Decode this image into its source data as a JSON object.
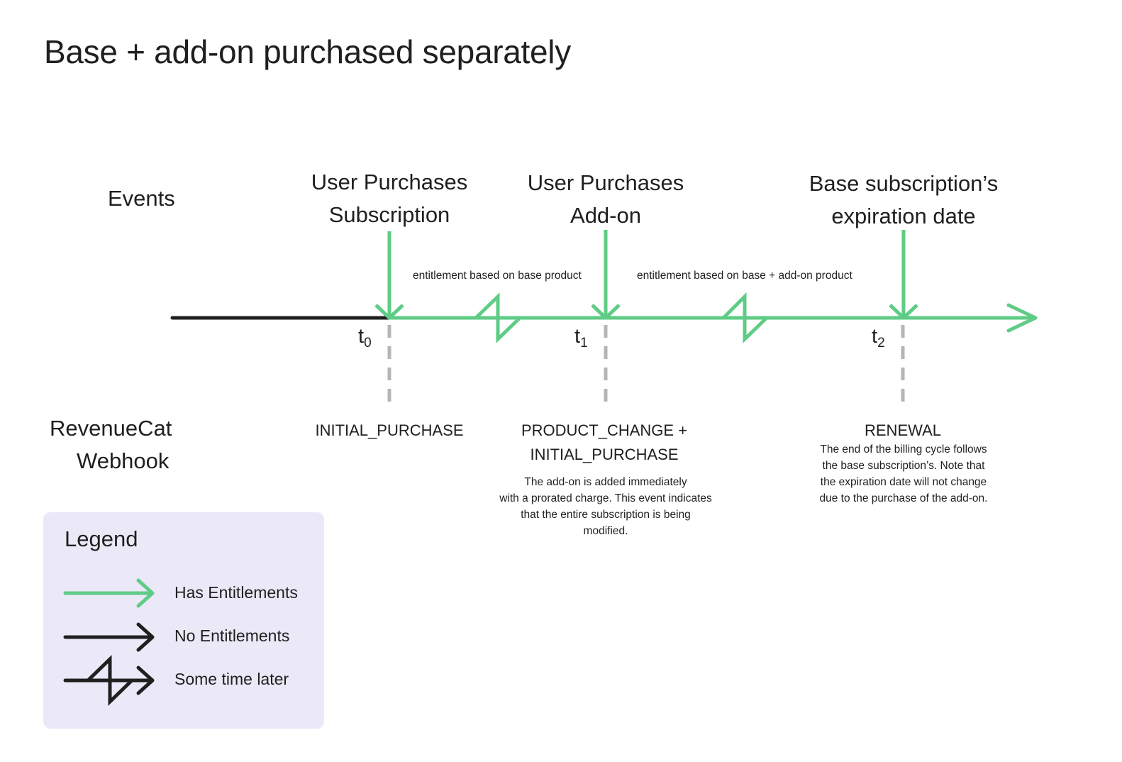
{
  "title": "Base + add-on purchased separately",
  "rows": {
    "events_label": "Events",
    "webhook_label_line1": "RevenueCat",
    "webhook_label_line2": "Webhook"
  },
  "events": [
    {
      "line1": "User Purchases",
      "line2": "Subscription",
      "time_base": "t",
      "time_sub": "0"
    },
    {
      "line1": "User Purchases",
      "line2": "Add-on",
      "time_base": "t",
      "time_sub": "1"
    },
    {
      "line1": "Base subscription’s",
      "line2": "expiration date",
      "time_base": "t",
      "time_sub": "2"
    }
  ],
  "notes": {
    "segment1": "entitlement based on base product",
    "segment2": "entitlement based on base + add-on product"
  },
  "webhooks": [
    {
      "line1": "INITIAL_PURCHASE",
      "line2": ""
    },
    {
      "line1": "PRODUCT_CHANGE +",
      "line2": "INITIAL_PURCHASE",
      "desc": [
        "The add-on is added immediately",
        "with a prorated charge. This event indicates",
        "that the entire subscription is being",
        "modified."
      ]
    },
    {
      "line1": "RENEWAL",
      "line2": "",
      "desc": [
        "The end of the billing cycle follows",
        "the base subscription’s. Note that",
        "the expiration date will not change",
        "due to the purchase of the add-on."
      ]
    }
  ],
  "legend": {
    "title": "Legend",
    "items": [
      {
        "label": "Has Entitlements"
      },
      {
        "label": "No Entitlements"
      },
      {
        "label": "Some time later"
      }
    ]
  },
  "colors": {
    "green": "#5fcc86",
    "black": "#1f1f1f",
    "gray": "#b5b5b5",
    "legend_bg": "#ebe9f7"
  }
}
